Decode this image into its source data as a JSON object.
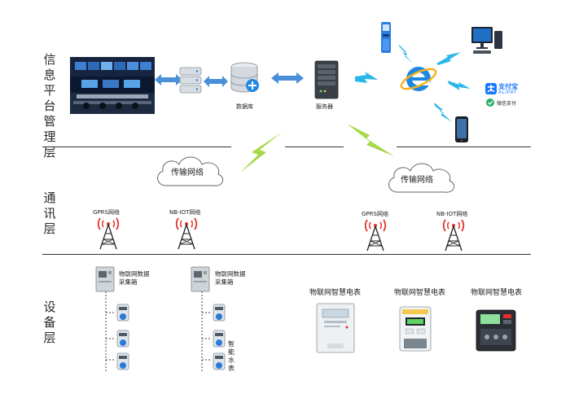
{
  "layers": {
    "platform": "信息平台管理层",
    "network": "通讯层",
    "device": "设备层"
  },
  "platform": {
    "database_label": "数据库",
    "server_label": "服务器",
    "alipay_cn": "支付宝",
    "alipay_en": "ALIPAY",
    "wechat_pay": "微信支付"
  },
  "network": {
    "cloud_left": "传输网络",
    "cloud_right": "传输网络",
    "towers": [
      {
        "label": "GPRS网络"
      },
      {
        "label": "NB-IOT网络"
      },
      {
        "label": "GPRS网络"
      },
      {
        "label": "NB-IOT网络"
      }
    ]
  },
  "devices": {
    "collector_box_1": "物联网数据采集箱",
    "collector_box_2": "物联网数据采集箱",
    "water_meter_label": "智能水表",
    "electric_meters": [
      {
        "label": "物联网智慧电表"
      },
      {
        "label": "物联网智慧电表"
      },
      {
        "label": "物联网智慧电表"
      }
    ]
  },
  "colors": {
    "arrow_blue": "#4a90d9",
    "lightning_cyan": "#29b6e8",
    "lightning_green": "#a6d84a",
    "tower_red": "#e0312b",
    "ie_blue": "#1e88e5"
  }
}
